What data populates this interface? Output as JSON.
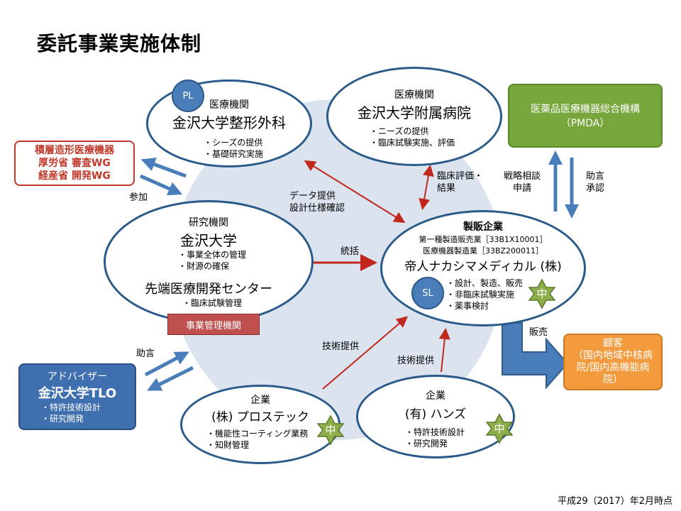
{
  "title": "委託事業実施体制",
  "footer": "平成29（2017）年2月時点",
  "badges": {
    "pl": "PL",
    "sl": "SL",
    "naka": "中"
  },
  "ortho": {
    "category": "医療機関",
    "name": "金沢大学整形外科",
    "bullets": [
      "・シーズの提供",
      "・基礎研究実施"
    ]
  },
  "hospital": {
    "category": "医療機関",
    "name": "金沢大学附属病院",
    "bullets": [
      "・ニーズの提供",
      "・臨床試験実施、評価"
    ]
  },
  "pmda": {
    "line1": "医薬品医療機器総合機構",
    "line2": "（PMDA）"
  },
  "wg": {
    "line1": "積層造形医療機器",
    "line2": "厚労省 審査WG",
    "line3": "経産省 開発WG"
  },
  "research": {
    "category": "研究機関",
    "name": "金沢大学",
    "bullets": [
      "・事業全体の管理",
      "・財源の確保"
    ],
    "center_name": "先端医療開発センター",
    "center_bullets": [
      "・臨床試験管理"
    ],
    "office": "事業管理機関"
  },
  "maker": {
    "category": "製販企業",
    "license1": "第一種製造販売業［33B1X10001］",
    "license2": "医療機器製造業［33BZ200011］",
    "name": "帝人ナカシマメディカル (株)",
    "bullets": [
      "・設計、製造、販売",
      "・非臨床試験実施",
      "・薬事検討"
    ]
  },
  "advisor": {
    "line1": "アドバイザー",
    "line2": "金沢大学TLO",
    "bullets": [
      "・特許技術設計",
      "・研究開発"
    ]
  },
  "prostec": {
    "category": "企業",
    "name": "(株) プロステック",
    "bullets": [
      "・機能性コーティング業務",
      "・知財管理"
    ]
  },
  "hands": {
    "category": "企業",
    "name": "(有) ハンズ",
    "bullets": [
      "・特許技術設計",
      "・研究開発"
    ]
  },
  "customer": {
    "line1": "顧客",
    "line2": "（国内地域中核病",
    "line3": "院/国内高機能病",
    "line4": "院）"
  },
  "labels": {
    "sanka": "参加",
    "data1": "データ提供",
    "data2": "設計仕様確認",
    "clinical1": "臨床評価・",
    "clinical2": "結果",
    "strategy1": "戦略相談",
    "strategy2": "申請",
    "advice_pmda1": "助言",
    "advice_pmda2": "承認",
    "tokatsu": "統括",
    "sales": "販売",
    "advice_tlo": "助言",
    "tech1": "技術提供",
    "tech2": "技術提供"
  },
  "colors": {
    "ellipse_border": "#2a5a8a",
    "background_circle": "#dbe3ef",
    "pmda_green": "#77a63b",
    "wg_red": "#c0392b",
    "advisor_blue": "#3f6fae",
    "customer_orange": "#f39a3c",
    "office_red": "#c0504d",
    "star_green": "#8dae4b",
    "arrow_red": "#c0271d",
    "arrow_blue": "#4a7ebb"
  }
}
